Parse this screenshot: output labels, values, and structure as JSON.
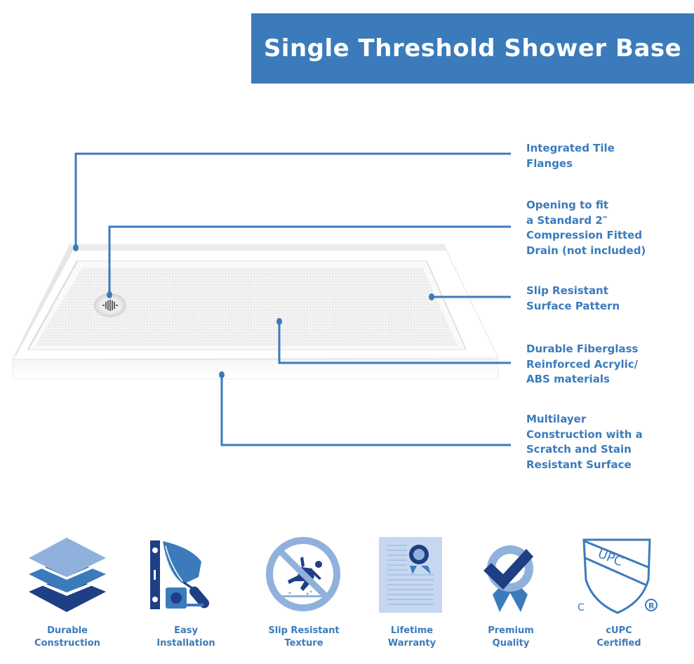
{
  "header": {
    "title": "Single Threshold Shower Base"
  },
  "product": {
    "name": "shower-base-illustration",
    "drain_icon": "drain-icon"
  },
  "callouts": [
    {
      "id": "integrated-tile-flanges",
      "text": "Integrated Tile\nFlanges"
    },
    {
      "id": "drain-opening",
      "text": "Opening to fit\na Standard 2″\nCompression Fitted\nDrain (not included)"
    },
    {
      "id": "slip-resistant-surface",
      "text": "Slip Resistant\nSurface Pattern"
    },
    {
      "id": "durable-materials",
      "text": "Durable Fiberglass\nReinforced Acrylic/\nABS materials"
    },
    {
      "id": "multilayer-construction",
      "text": "Multilayer\nConstruction with a\nScratch and Stain\nResistant Surface"
    }
  ],
  "features": [
    {
      "icon": "layers-icon",
      "label": "Durable\nConstruction"
    },
    {
      "icon": "tools-icon",
      "label": "Easy\nInstallation"
    },
    {
      "icon": "no-slip-icon",
      "label": "Slip Resistant\nTexture"
    },
    {
      "icon": "certificate-icon",
      "label": "Lifetime\nWarranty"
    },
    {
      "icon": "checkmark-ribbon-icon",
      "label": "Premium\nQuality"
    },
    {
      "icon": "cupc-shield-icon",
      "label": "cUPC\nCertified"
    }
  ],
  "cupc_badge": {
    "top": "UPC",
    "left": "C",
    "right": "®"
  },
  "colors": {
    "brand_blue": "#3b7bbb",
    "dark_blue": "#1f3f84",
    "light_blue": "#8fb1dc",
    "pale_blue": "#c6d7ef"
  }
}
